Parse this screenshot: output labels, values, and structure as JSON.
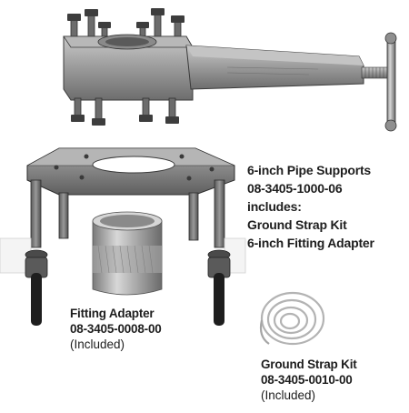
{
  "pipe_supports": {
    "title": "6-inch Pipe Supports",
    "part_number": "08-3405-1000-06",
    "includes_label": "includes:",
    "included_items": [
      "Ground Strap Kit",
      "6-inch Fitting Adapter"
    ]
  },
  "fitting_adapter": {
    "name": "Fitting Adapter",
    "part_number": "08-3405-0008-00",
    "note": "(Included)"
  },
  "ground_strap_kit": {
    "name": "Ground Strap Kit",
    "part_number": "08-3405-0010-00",
    "note": "(Included)"
  }
}
